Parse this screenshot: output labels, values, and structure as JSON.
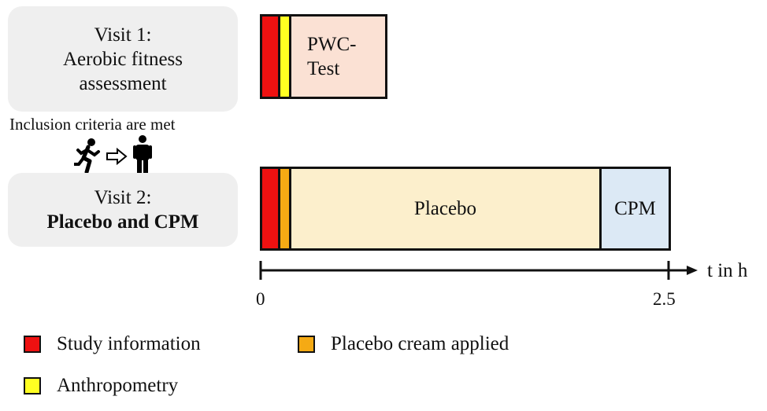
{
  "visit1": {
    "line1": "Visit 1:",
    "line2": "Aerobic fitness",
    "line3": "assessment"
  },
  "inclusion_text": "Inclusion criteria are met",
  "visit2": {
    "line1": "Visit 2:",
    "line2": "Placebo and CPM"
  },
  "bar1": {
    "test_line1": "PWC-",
    "test_line2": "Test"
  },
  "bar2": {
    "placebo_label": "Placebo",
    "cpm_label": "CPM"
  },
  "axis": {
    "label": "t in h",
    "tick_start": "0",
    "tick_end": "2.5"
  },
  "legend": {
    "study_information": "Study information",
    "anthropometry": "Anthropometry",
    "placebo_cream": "Placebo cream applied"
  },
  "colors": {
    "study_information": "#ee1111",
    "anthropometry": "#ffff22",
    "placebo_cream": "#f5aa14",
    "pwc_test": "#fbe1d4",
    "placebo": "#fcefcc",
    "cpm": "#dce9f5"
  },
  "icons": [
    "runner-icon",
    "arrow-right-icon",
    "standing-person-icon"
  ]
}
